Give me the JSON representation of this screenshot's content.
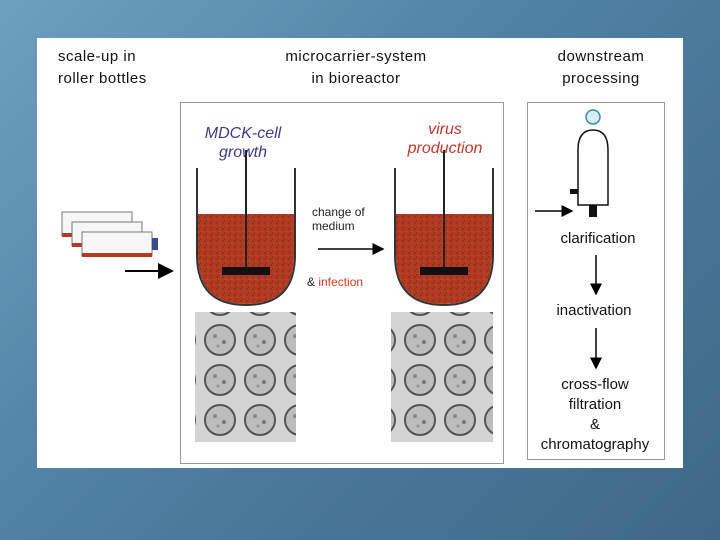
{
  "headers": {
    "col1": "scale-up in\nroller bottles",
    "col2": "microcarrier-system\nin bioreactor",
    "col3": "downstream\nprocessing"
  },
  "bioreactor": {
    "growth_label": "MDCK-cell\ngrowth",
    "production_label": "virus\nproduction",
    "change_label": "change of\nmedium",
    "infection_prefix": "& ",
    "infection_word": "infection"
  },
  "downstream": {
    "steps": [
      "clarification",
      "inactivation",
      "cross-flow\nfiltration\n&\nchromatography"
    ]
  },
  "colors": {
    "medium": "#b03a22",
    "title_blue": "#3a3a86",
    "title_red": "#c0392b",
    "infection_red": "#d33a1c"
  }
}
